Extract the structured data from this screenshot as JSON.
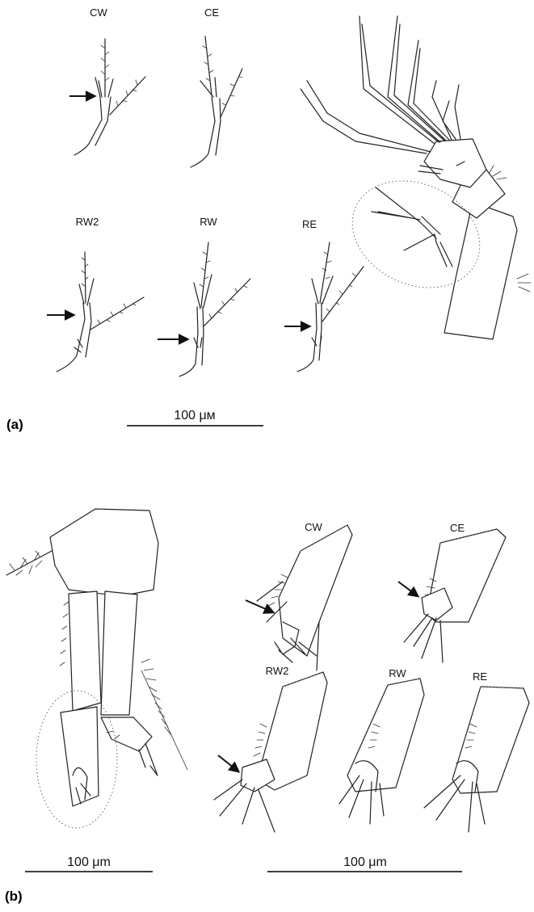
{
  "panel_a": {
    "label": "(a)",
    "scale_bar": "100 μм",
    "details": [
      "CW",
      "CE",
      "RW2",
      "RW",
      "RE"
    ]
  },
  "panel_b": {
    "label": "(b)",
    "scale_bar_left": "100 μm",
    "scale_bar_right": "100 μm",
    "details": [
      "CW",
      "CE",
      "RW2",
      "RW",
      "RE"
    ]
  }
}
